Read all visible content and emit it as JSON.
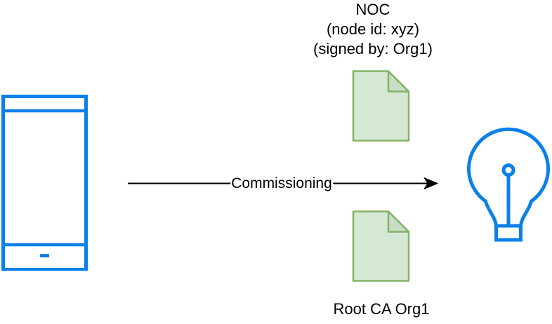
{
  "diagram": {
    "top_label": {
      "line1": "NOC",
      "line2": "(node id: xyz)",
      "line3": "(signed by: Org1)"
    },
    "arrow_label": "Commissioning",
    "bottom_label": "Root CA Org1",
    "icons": [
      "smartphone-icon",
      "noc-certificate-icon",
      "root-ca-certificate-icon",
      "lightbulb-icon"
    ],
    "colors": {
      "device_stroke": "#0b80e8",
      "doc_fill": "#d5e8d4",
      "doc_fold_fill": "#c7ddc5",
      "doc_stroke": "#82b366",
      "arrow": "#000000",
      "text": "#000000",
      "background": "#ffffff"
    }
  }
}
